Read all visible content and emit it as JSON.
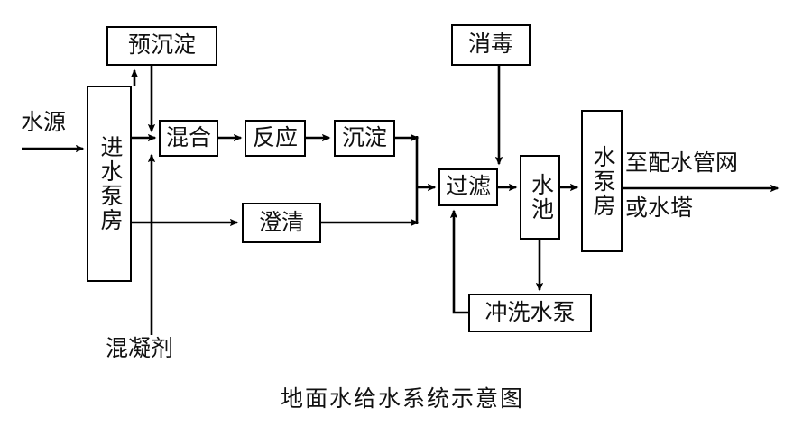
{
  "diagram": {
    "caption": "地面水给水系统示意图",
    "title": "地面水给水系统示意图",
    "type": "flowchart",
    "orientation": "left-to-right",
    "colors": {
      "background": "#ffffff",
      "stroke": "#000000",
      "text": "#111111"
    },
    "nodes": [
      {
        "id": "presed",
        "label": "预沉淀",
        "orient": "horizontal"
      },
      {
        "id": "intake",
        "label": "进水泵房",
        "orient": "vertical"
      },
      {
        "id": "mix",
        "label": "混合",
        "orient": "horizontal"
      },
      {
        "id": "react",
        "label": "反应",
        "orient": "horizontal"
      },
      {
        "id": "settle",
        "label": "沉淀",
        "orient": "horizontal"
      },
      {
        "id": "clarify",
        "label": "澄清",
        "orient": "horizontal"
      },
      {
        "id": "disinfect",
        "label": "消毒",
        "orient": "horizontal"
      },
      {
        "id": "filter",
        "label": "过滤",
        "orient": "horizontal"
      },
      {
        "id": "tank",
        "label": "水池",
        "orient": "vertical"
      },
      {
        "id": "pump",
        "label": "水泵房",
        "orient": "vertical"
      },
      {
        "id": "backwash",
        "label": "冲洗水泵",
        "orient": "horizontal"
      }
    ],
    "labels": [
      {
        "id": "source",
        "text": "水源"
      },
      {
        "id": "coagulant",
        "text": "混凝剂"
      },
      {
        "id": "to-network",
        "text": "至配水管网"
      },
      {
        "id": "or-tower",
        "text": "或水塔"
      }
    ],
    "edges": [
      {
        "from": "source",
        "to": "intake"
      },
      {
        "from": "intake",
        "to": "presed"
      },
      {
        "from": "presed",
        "to": "mix"
      },
      {
        "from": "intake",
        "to": "mix"
      },
      {
        "from": "coagulant",
        "to": "intake-outlet"
      },
      {
        "from": "mix",
        "to": "react"
      },
      {
        "from": "react",
        "to": "settle"
      },
      {
        "from": "settle",
        "to": "filter"
      },
      {
        "from": "intake",
        "to": "clarify"
      },
      {
        "from": "clarify",
        "to": "filter"
      },
      {
        "from": "disinfect",
        "to": "filter"
      },
      {
        "from": "filter",
        "to": "tank"
      },
      {
        "from": "tank",
        "to": "pump"
      },
      {
        "from": "tank",
        "to": "backwash"
      },
      {
        "from": "backwash",
        "to": "filter"
      },
      {
        "from": "pump",
        "to": "to-network"
      }
    ]
  }
}
